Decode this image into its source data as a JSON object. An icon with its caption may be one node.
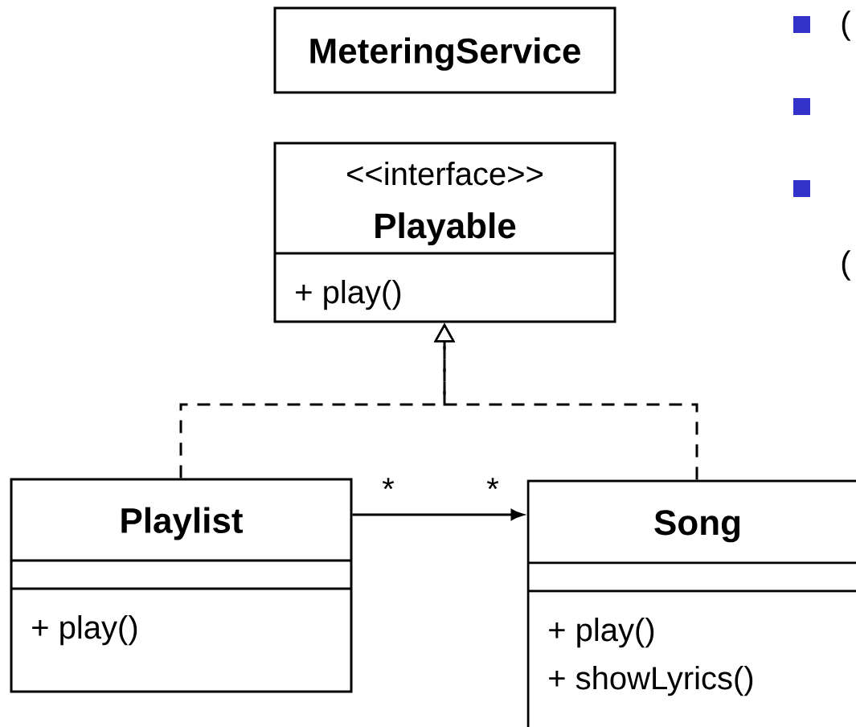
{
  "diagram": {
    "nodes": [
      {
        "text": [
          "MeteringService"
        ]
      },
      {
        "text": [
          "<<interface>>",
          "Playable",
          "+ play()"
        ]
      },
      {
        "text": [
          "Playlist",
          "+ play()"
        ]
      },
      {
        "text": [
          "Song",
          "+ play()",
          "+ showLyrics()"
        ]
      }
    ],
    "edges": [
      {
        "from": 2,
        "to": 1,
        "arrow": "to",
        "style": "dashed"
      },
      {
        "from": 3,
        "to": 1,
        "arrow": "to",
        "style": "dashed"
      },
      {
        "from": 2,
        "to": 3,
        "arrow": "to"
      }
    ],
    "labels": [
      "*",
      "*",
      "(",
      "("
    ]
  }
}
